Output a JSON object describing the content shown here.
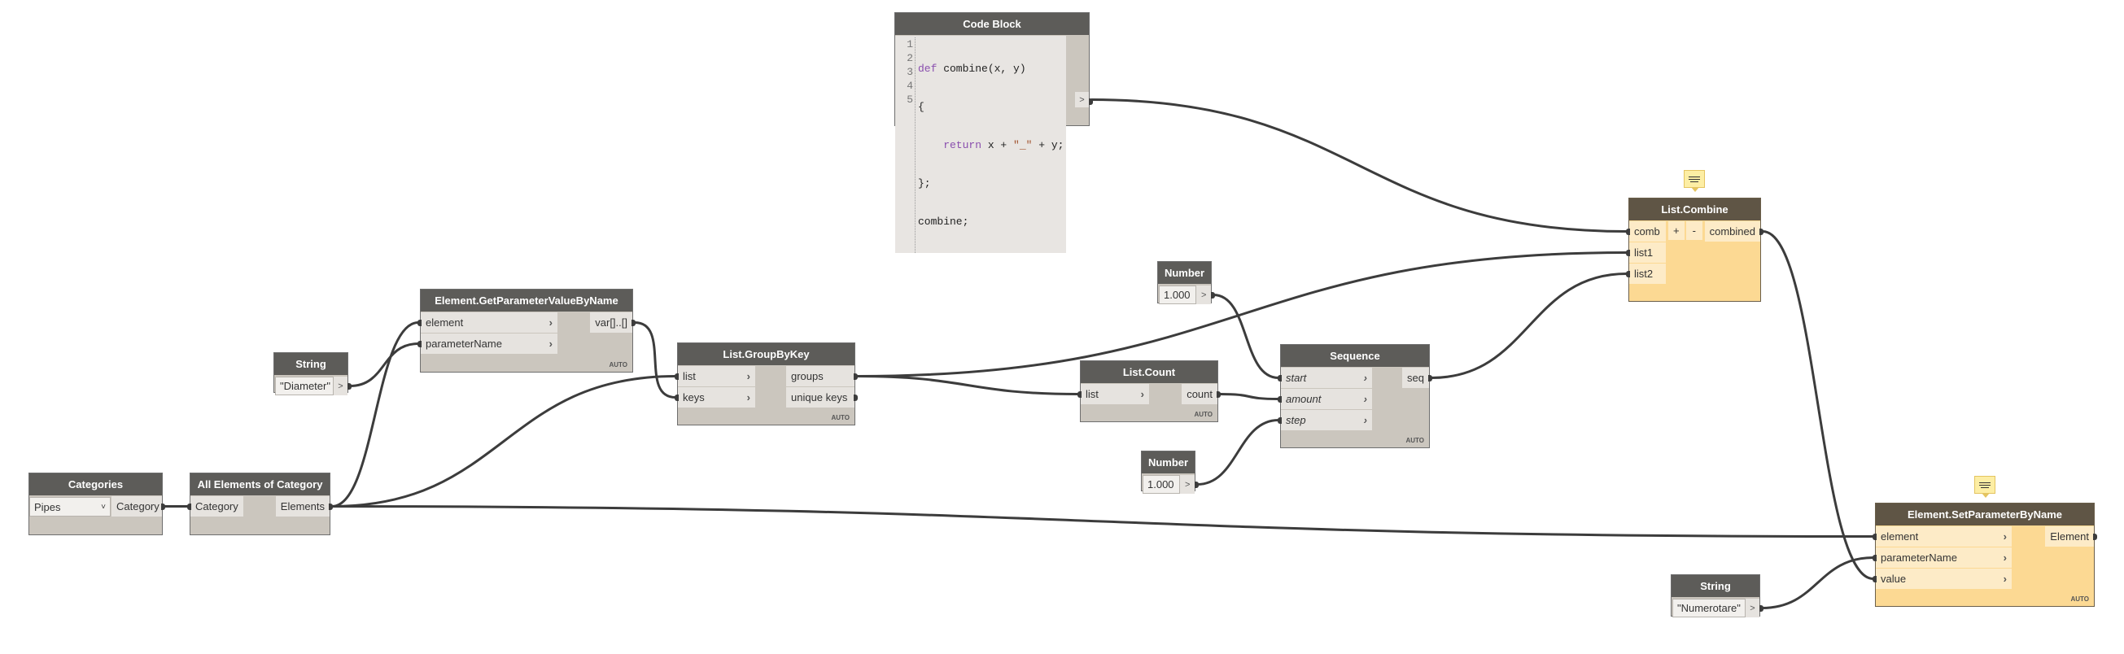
{
  "nodes": {
    "categories": {
      "title": "Categories",
      "selected": "Pipes",
      "output": "Category"
    },
    "all_elements": {
      "title": "All Elements of Category",
      "input": "Category",
      "output": "Elements"
    },
    "string_diameter": {
      "title": "String",
      "value": "\"Diameter\"",
      "output": ">"
    },
    "get_param": {
      "title": "Element.GetParameterValueByName",
      "inputs": [
        "element",
        "parameterName"
      ],
      "output": "var[]..[]",
      "lacing": "AUTO"
    },
    "group_by_key": {
      "title": "List.GroupByKey",
      "inputs": [
        "list",
        "keys"
      ],
      "outputs": [
        "groups",
        "unique keys"
      ],
      "lacing": "AUTO"
    },
    "list_count": {
      "title": "List.Count",
      "input": "list",
      "output": "count",
      "lacing": "AUTO"
    },
    "number_top": {
      "title": "Number",
      "value": "1.000",
      "output": ">"
    },
    "number_bottom": {
      "title": "Number",
      "value": "1.000",
      "output": ">"
    },
    "sequence": {
      "title": "Sequence",
      "inputs": [
        "start",
        "amount",
        "step"
      ],
      "output": "seq",
      "lacing": "AUTO"
    },
    "code_block": {
      "title": "Code Block",
      "line_numbers": [
        "1",
        "2",
        "3",
        "4",
        "5"
      ],
      "output": ">",
      "lines": [
        {
          "kw": "def",
          "rest": " combine(x, y)"
        },
        {
          "kw": "",
          "rest": "{"
        },
        {
          "kw": "    return",
          "rest": " x + ",
          "str": "\"_\"",
          "tail": " + y;"
        },
        {
          "kw": "",
          "rest": "};"
        },
        {
          "kw": "",
          "rest": "combine;"
        }
      ]
    },
    "list_combine": {
      "title": "List.Combine",
      "inputs": [
        "comb",
        "list1",
        "list2"
      ],
      "add": "+",
      "remove": "-",
      "output": "combined"
    },
    "set_param": {
      "title": "Element.SetParameterByName",
      "inputs": [
        "element",
        "parameterName",
        "value"
      ],
      "output": "Element",
      "lacing": "AUTO"
    },
    "string_numerotare": {
      "title": "String",
      "value": "\"Numerotare\"",
      "output": ">"
    }
  },
  "icons": {
    "note": "note-icon",
    "chevron": "chevron-right-icon",
    "dropdown": "chevron-down-icon"
  },
  "glyphs": {
    "chev": "›",
    "dd": "˅"
  },
  "colors": {
    "header": "#5d5c59",
    "node_body": "#cbc6be",
    "selected_header": "#5f5545",
    "selected_body": "#fcd993",
    "wire": "#3c3c3c"
  }
}
